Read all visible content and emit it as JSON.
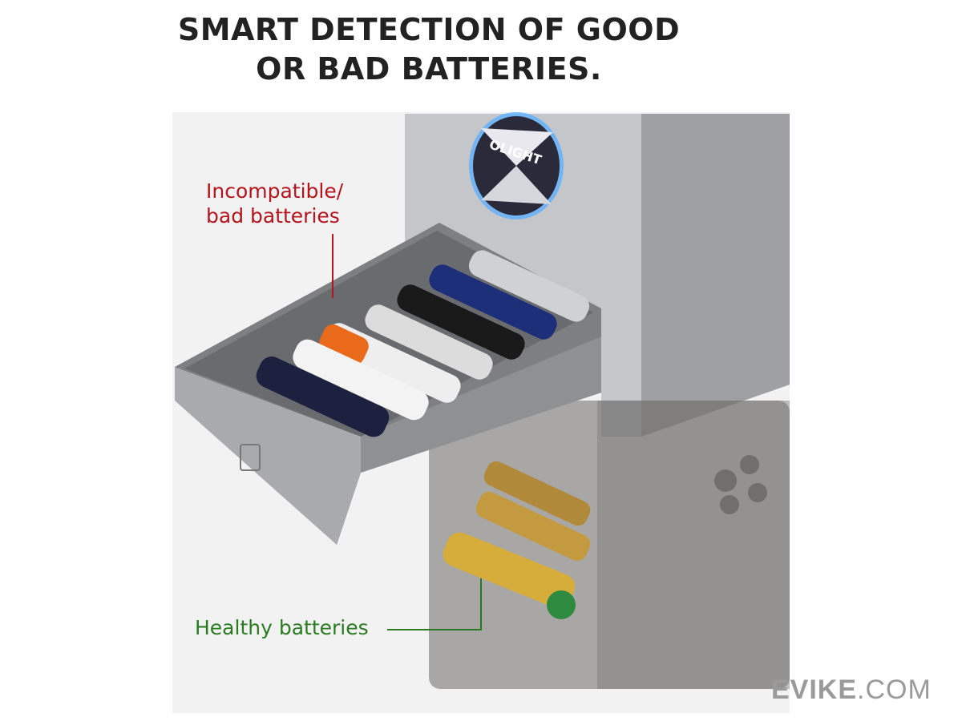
{
  "headline": {
    "line1": "SMART DETECTION OF GOOD",
    "line2": "OR BAD BATTERIES."
  },
  "callouts": {
    "bad_line1": "Incompatible/",
    "bad_line2": "bad batteries",
    "good": "Healthy batteries"
  },
  "device": {
    "brand_logo": "OLIGHT"
  },
  "watermark": {
    "bold": "EVIKE",
    "light": ".COM"
  },
  "colors": {
    "bad": "#b4141c",
    "good": "#2a7a22",
    "title": "#222222"
  }
}
